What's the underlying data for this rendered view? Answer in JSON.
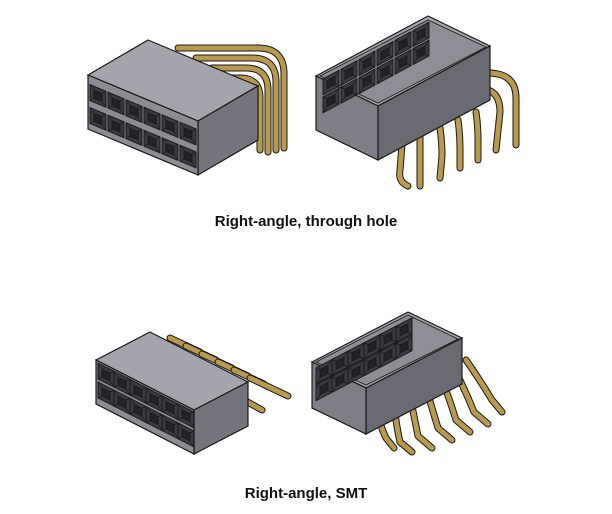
{
  "figures": [
    {
      "caption": "Right-angle, through hole",
      "views": [
        {
          "type": "header-front-view",
          "rows": 2,
          "columns": 6
        },
        {
          "type": "header-rear-view",
          "rows": 2,
          "columns": 6
        }
      ]
    },
    {
      "caption": "Right-angle, SMT",
      "views": [
        {
          "type": "header-front-view",
          "rows": 2,
          "columns": 6
        },
        {
          "type": "header-rear-view",
          "rows": 2,
          "columns": 6
        }
      ]
    }
  ],
  "colors": {
    "housing_front": "#8c8c94",
    "housing_top": "#a4a4ac",
    "housing_side": "#74747c",
    "housing_dark": "#5a5a62",
    "cavity": "#2e2e34",
    "pin": "#b89a4e",
    "pin_dark": "#7a6428",
    "outline": "#1a1a1a"
  }
}
